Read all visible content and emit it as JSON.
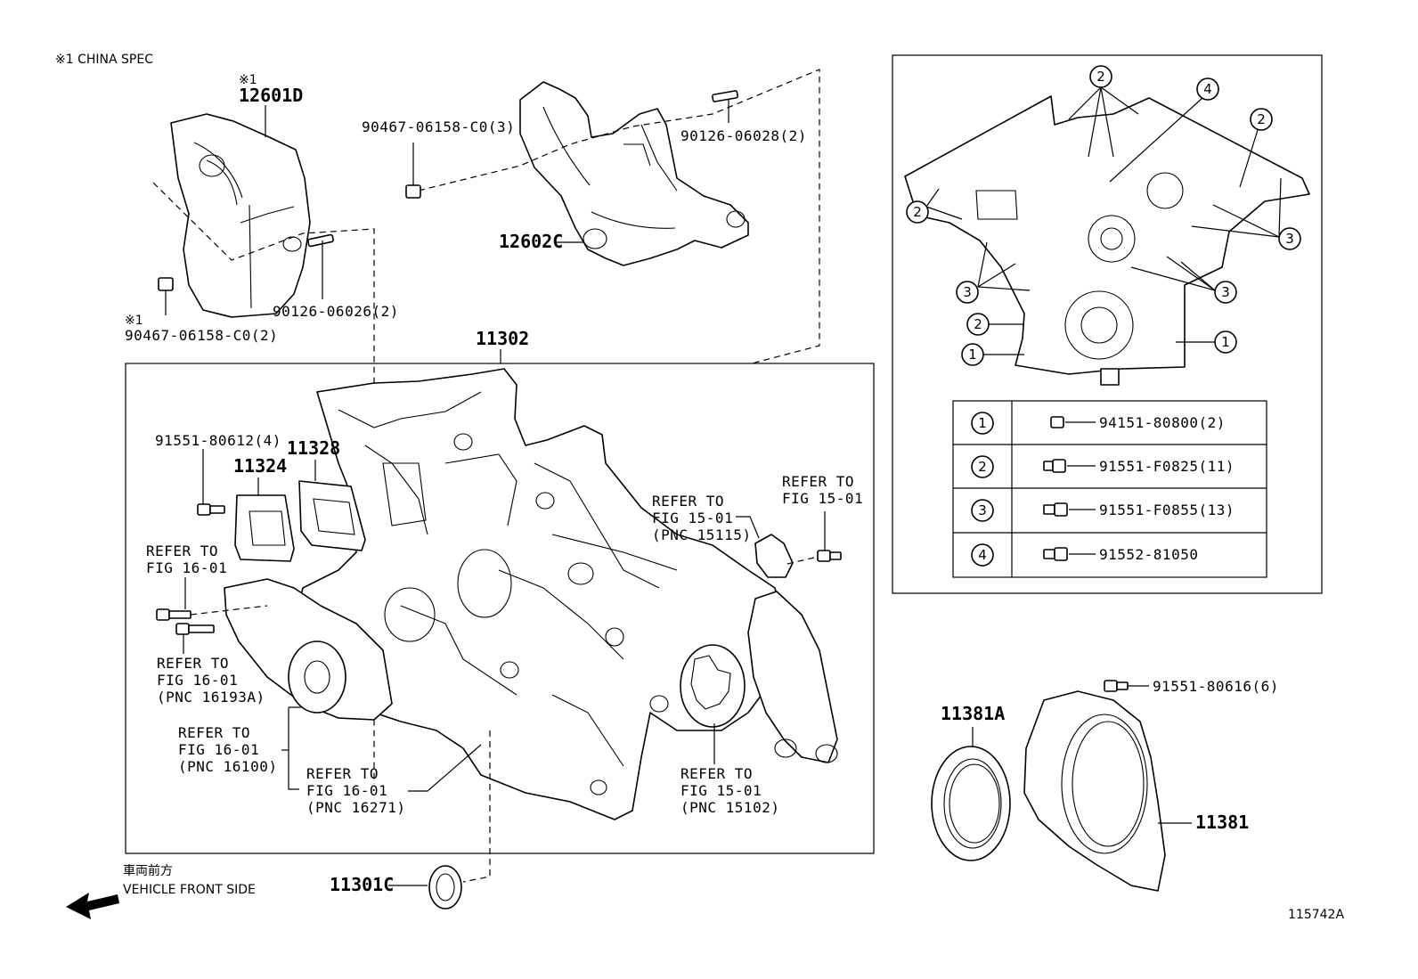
{
  "notes": {
    "china_spec": "※1 CHINA SPEC",
    "mark": "※1",
    "front_jp": "車両前方",
    "front_en": "VEHICLE FRONT SIDE",
    "diagram_id": "115742A"
  },
  "labels": {
    "p12601D": "12601D",
    "p12602C": "12602C",
    "p11302": "11302",
    "p11328": "11328",
    "p11324": "11324",
    "p11381A": "11381A",
    "p11381": "11381",
    "p11301C": "11301C",
    "b90467_3": "90467-06158-C0(3)",
    "b90126_028": "90126-06028(2)",
    "b90126_026": "90126-06026(2)",
    "b90467_2": "90467-06158-C0(2)",
    "b91551_80612": "91551-80612(4)",
    "b91551_80616": "91551-80616(6)"
  },
  "refs": {
    "refer_to": "REFER TO",
    "fig_16_01": "FIG 16-01",
    "fig_15_01": "FIG 15-01",
    "pnc_16193A": "(PNC 16193A)",
    "pnc_16100": "(PNC 16100)",
    "pnc_16271": "(PNC 16271)",
    "pnc_15115": "(PNC 15115)",
    "pnc_15102": "(PNC 15102)"
  },
  "inset": {
    "callouts": [
      "1",
      "2",
      "3",
      "4"
    ],
    "legend": [
      {
        "num": "1",
        "part": "94151-80800(2)"
      },
      {
        "num": "2",
        "part": "91551-F0825(11)"
      },
      {
        "num": "3",
        "part": "91551-F0855(13)"
      },
      {
        "num": "4",
        "part": "91552-81050"
      }
    ]
  }
}
